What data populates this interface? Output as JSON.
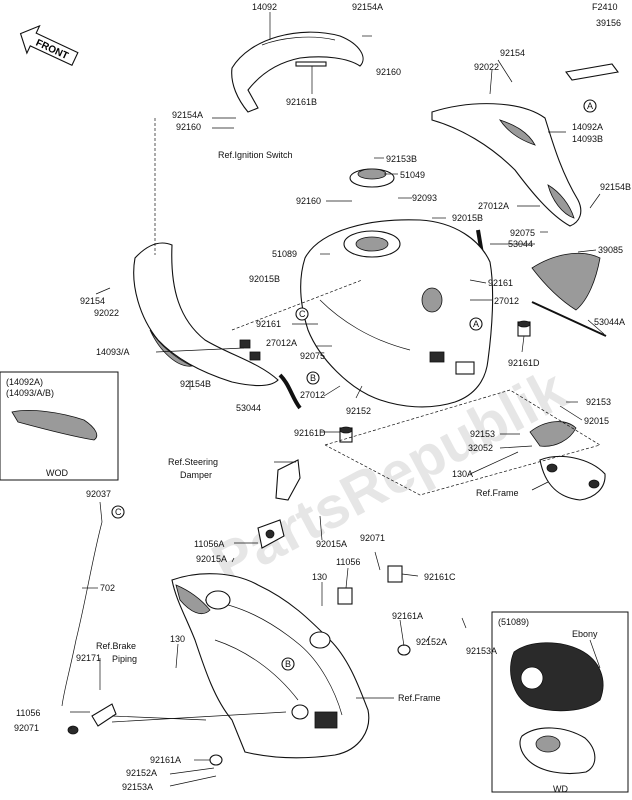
{
  "header": {
    "front_label": "FRONT",
    "diagram_code": "F2410"
  },
  "watermark": "PartsRepublik",
  "parts": [
    {
      "id": "p0",
      "text": "14092"
    },
    {
      "id": "p1",
      "text": "92154A"
    },
    {
      "id": "p2",
      "text": "92160"
    },
    {
      "id": "p3",
      "text": "92161B"
    },
    {
      "id": "p4",
      "text": "92154A"
    },
    {
      "id": "p5",
      "text": "92160"
    },
    {
      "id": "p6",
      "text": "39156"
    },
    {
      "id": "p7",
      "text": "92154"
    },
    {
      "id": "p8",
      "text": "92022"
    },
    {
      "id": "p9",
      "text": "14092A"
    },
    {
      "id": "p10",
      "text": "14093B"
    },
    {
      "id": "p11",
      "text": "92153B"
    },
    {
      "id": "p12",
      "text": "51049"
    },
    {
      "id": "p13",
      "text": "92093"
    },
    {
      "id": "p14",
      "text": "92160"
    },
    {
      "id": "p15",
      "text": "27012A"
    },
    {
      "id": "p16",
      "text": "92154B"
    },
    {
      "id": "p17",
      "text": "92015B"
    },
    {
      "id": "p18",
      "text": "92075"
    },
    {
      "id": "p19",
      "text": "53044"
    },
    {
      "id": "p20",
      "text": "39085"
    },
    {
      "id": "p21",
      "text": "51089"
    },
    {
      "id": "p22",
      "text": "92015B"
    },
    {
      "id": "p23",
      "text": "92161"
    },
    {
      "id": "p24",
      "text": "27012"
    },
    {
      "id": "p25",
      "text": "92154"
    },
    {
      "id": "p26",
      "text": "92022"
    },
    {
      "id": "p27",
      "text": "92161"
    },
    {
      "id": "p28",
      "text": "53044A"
    },
    {
      "id": "p29",
      "text": "14093/A"
    },
    {
      "id": "p30",
      "text": "27012A"
    },
    {
      "id": "p31",
      "text": "92075"
    },
    {
      "id": "p32",
      "text": "92161D"
    },
    {
      "id": "p33",
      "text": "92154B"
    },
    {
      "id": "p34",
      "text": "53044"
    },
    {
      "id": "p35",
      "text": "27012"
    },
    {
      "id": "p36",
      "text": "92152"
    },
    {
      "id": "p37",
      "text": "92153"
    },
    {
      "id": "p38",
      "text": "92161D"
    },
    {
      "id": "p39",
      "text": "92153"
    },
    {
      "id": "p40",
      "text": "32052"
    },
    {
      "id": "p41",
      "text": "92015"
    },
    {
      "id": "p42",
      "text": "130A"
    },
    {
      "id": "p43",
      "text": "92037"
    },
    {
      "id": "p44",
      "text": "11056A"
    },
    {
      "id": "p45",
      "text": "92015A"
    },
    {
      "id": "p46",
      "text": "92015A"
    },
    {
      "id": "p47",
      "text": "92071"
    },
    {
      "id": "p48",
      "text": "11056"
    },
    {
      "id": "p49",
      "text": "92161C"
    },
    {
      "id": "p50",
      "text": "130"
    },
    {
      "id": "p51",
      "text": "702"
    },
    {
      "id": "p52",
      "text": "130"
    },
    {
      "id": "p53",
      "text": "92161A"
    },
    {
      "id": "p54",
      "text": "92171"
    },
    {
      "id": "p55",
      "text": "92153A"
    },
    {
      "id": "p56",
      "text": "92152A"
    },
    {
      "id": "p57",
      "text": "11056"
    },
    {
      "id": "p58",
      "text": "92071"
    },
    {
      "id": "p59",
      "text": "92161A"
    },
    {
      "id": "p60",
      "text": "92152A"
    },
    {
      "id": "p61",
      "text": "92153A"
    }
  ],
  "refs": {
    "ignition_switch": "Ref.Ignition Switch",
    "steering_damper_1": "Ref.Steering",
    "steering_damper_2": "Damper",
    "brake_piping_1": "Ref.Brake",
    "brake_piping_2": "Piping",
    "frame_upper": "Ref.Frame",
    "frame_lower": "Ref.Frame"
  },
  "callouts": {
    "a": "A",
    "b": "B",
    "c": "C"
  },
  "inset_left": {
    "line1": "(14092A)",
    "line2": "(14093/A/B)",
    "footer": "WOD"
  },
  "inset_right": {
    "header": "(51089)",
    "label": "Ebony",
    "footer": "WD"
  }
}
